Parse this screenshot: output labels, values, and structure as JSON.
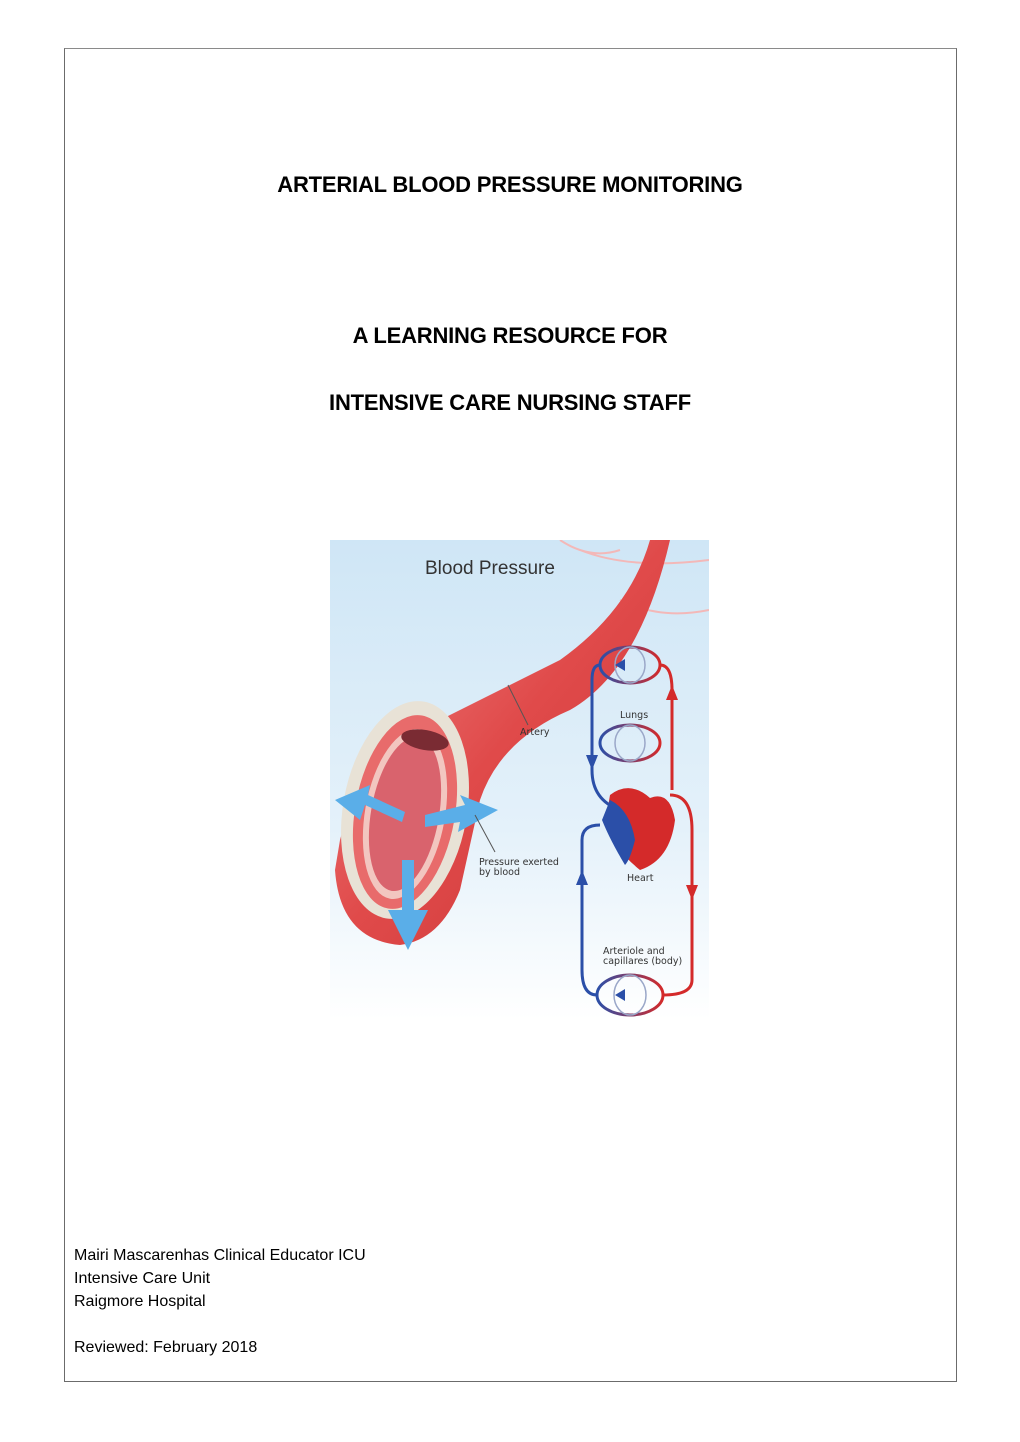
{
  "document": {
    "title": "ARTERIAL BLOOD PRESSURE MONITORING",
    "subtitle_line1": "A LEARNING RESOURCE FOR",
    "subtitle_line2": "INTENSIVE CARE NURSING STAFF"
  },
  "figure": {
    "heading": "Blood Pressure",
    "labels": {
      "artery": "Artery",
      "pressure_line1": "Pressure exerted",
      "pressure_line2": "by blood",
      "lungs": "Lungs",
      "heart": "Heart",
      "arteriole_line1": "Arteriole and",
      "arteriole_line2": "capillares (body)"
    },
    "colors": {
      "oxygenated": "#d42a2a",
      "deoxygenated": "#2b4fa8",
      "background": "#d8ecf8",
      "arrow": "#5aaee8"
    }
  },
  "footer": {
    "author": "Mairi Mascarenhas Clinical Educator ICU",
    "unit": "Intensive Care Unit",
    "hospital": "Raigmore Hospital",
    "reviewed": "Reviewed: February 2018"
  }
}
